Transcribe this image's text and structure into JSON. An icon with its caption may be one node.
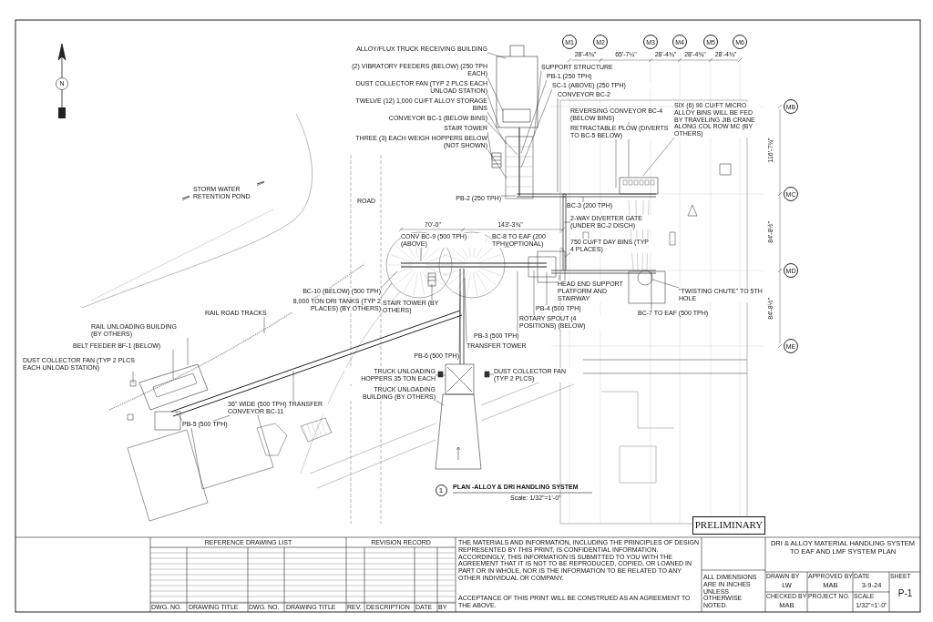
{
  "diagram": {
    "title": "DRI & ALLOY MATERIAL HANDLING SYSTEM TO EAF AND LMF SYSTEM PLAN",
    "nodes": [
      {
        "text": [
          "ALLOY/FLUX TRUCK RECEIVING BUILDING"
        ]
      },
      {
        "text": [
          "(2) VIBRATORY FEEDERS (BELOW) (250 TPH EACH)"
        ]
      },
      {
        "text": [
          "DUST COLLECTOR FAN (TYP 2 PLCS EACH UNLOAD STATION)"
        ]
      },
      {
        "text": [
          "TWELVE (12) 1,000 CU/FT ALLOY STORAGE BINS"
        ]
      },
      {
        "text": [
          "CONVEYOR BC-1 (BELOW BINS)"
        ]
      },
      {
        "text": [
          "STAIR TOWER"
        ]
      },
      {
        "text": [
          "THREE (3) EACH WEIGH HOPPERS BELOW (NOT SHOWN)"
        ]
      },
      {
        "text": [
          "SUPPORT STRUCTURE"
        ]
      },
      {
        "text": [
          "PB-1 (250 TPH)"
        ]
      },
      {
        "text": [
          "SC-1 (ABOVE) (250 TPH)"
        ]
      },
      {
        "text": [
          "CONVEYOR BC-2"
        ]
      },
      {
        "text": [
          "PB-2 (250 TPH)"
        ]
      },
      {
        "text": [
          "2-WAY DIVERTER GATE (UNDER BC-2 DISCH)"
        ]
      },
      {
        "text": [
          "CONV BC-9 (500 TPH) (ABOVE)"
        ]
      },
      {
        "text": [
          "BC-8 TO EAF (200 TPH)(OPTIONAL)"
        ]
      },
      {
        "text": [
          "750 CU/FT DAY BINS (TYP 4 PLACES)"
        ]
      },
      {
        "text": [
          "BC-10 (BELOW) (500 TPH)"
        ]
      },
      {
        "text": [
          "8,000 TON DRI TANKS (TYP 2 PLACES) (BY OTHERS)"
        ]
      },
      {
        "text": [
          "STAIR TOWER (BY OTHERS)"
        ]
      },
      {
        "text": [
          "PB-6 (500 TPH)"
        ]
      },
      {
        "text": [
          "TRANSFER TOWER"
        ]
      },
      {
        "text": [
          "PB-3 (500 TPH)"
        ]
      },
      {
        "text": [
          "ROTARY SPOUT (4 POSITIONS) (BELOW)"
        ]
      },
      {
        "text": [
          "PB-4 (500 TPH)"
        ]
      },
      {
        "text": [
          "HEAD END SUPPORT PLATFORM AND STAIRWAY"
        ]
      },
      {
        "text": [
          "BC-7 TO EAF (500 TPH)"
        ]
      },
      {
        "text": [
          "DUST COLLECTOR FAN (TYP 2 PLCS)"
        ]
      },
      {
        "text": [
          "TRUCK UNLOADING HOPPERS 35 TON EACH"
        ]
      },
      {
        "text": [
          "TRUCK UNLOADING BUILDING (BY OTHERS)"
        ]
      },
      {
        "text": [
          "RAIL UNLOADING BUILDING (BY OTHERS)"
        ]
      },
      {
        "text": [
          "BELT FEEDER BF-1 (BELOW)"
        ]
      },
      {
        "text": [
          "DUST COLLECTOR FAN (TYP 2 PLCS EACH UNLOAD STATION)"
        ]
      },
      {
        "text": [
          "RAIL ROAD TRACKS"
        ]
      },
      {
        "text": [
          "36\" WIDE (500 TPH) TRANSFER CONVEYOR BC-11"
        ]
      },
      {
        "text": [
          "PB-5 (500 TPH)"
        ]
      },
      {
        "text": [
          "SIX (6) 90 CU/FT MICRO ALLOY BINS WILL BE FED BY TRAVELING JIB CRANE ALONG COL ROW MC (BY OTHERS)"
        ]
      },
      {
        "text": [
          "REVERSING CONVEYOR BC-4 (BELOW BINS)"
        ]
      },
      {
        "text": [
          "RETRACTABLE PLOW (DIVERTS TO BC-5 BELOW)"
        ]
      },
      {
        "text": [
          "BC-3 (200 TPH)"
        ]
      },
      {
        "text": [
          "\"TWISTING CHUTE\" TO 5TH HOLE"
        ]
      },
      {
        "text": [
          "M1"
        ]
      },
      {
        "text": [
          "M2"
        ]
      },
      {
        "text": [
          "M3"
        ]
      },
      {
        "text": [
          "M4"
        ]
      },
      {
        "text": [
          "M5"
        ]
      },
      {
        "text": [
          "M6"
        ]
      },
      {
        "text": [
          "MB"
        ]
      },
      {
        "text": [
          "MC"
        ]
      },
      {
        "text": [
          "MD"
        ]
      },
      {
        "text": [
          "ME"
        ]
      },
      {
        "text": [
          "1"
        ]
      },
      {
        "text": [
          "PRELIMINARY"
        ]
      }
    ],
    "edges": [
      {
        "from": 0,
        "to": null,
        "arrow": "none"
      },
      {
        "from": 1,
        "to": null,
        "arrow": "none"
      },
      {
        "from": 2,
        "to": null,
        "arrow": "none"
      },
      {
        "from": 3,
        "to": null,
        "arrow": "none"
      },
      {
        "from": 4,
        "to": null,
        "arrow": "none"
      },
      {
        "from": 5,
        "to": null,
        "arrow": "none"
      },
      {
        "from": 6,
        "to": null,
        "arrow": "none"
      },
      {
        "from": 7,
        "to": null,
        "arrow": "none"
      },
      {
        "from": 8,
        "to": null,
        "arrow": "none"
      },
      {
        "from": 9,
        "to": null,
        "arrow": "none"
      },
      {
        "from": 10,
        "to": null,
        "arrow": "none"
      },
      {
        "from": 11,
        "to": null,
        "arrow": "none"
      },
      {
        "from": 12,
        "to": null,
        "arrow": "none"
      },
      {
        "from": 13,
        "to": null,
        "arrow": "none"
      },
      {
        "from": 14,
        "to": null,
        "arrow": "none"
      },
      {
        "from": 15,
        "to": null,
        "arrow": "none"
      },
      {
        "from": 16,
        "to": null,
        "arrow": "none"
      },
      {
        "from": 17,
        "to": null,
        "arrow": "none"
      },
      {
        "from": 18,
        "to": null,
        "arrow": "none"
      },
      {
        "from": 19,
        "to": null,
        "arrow": "none"
      },
      {
        "from": 20,
        "to": null,
        "arrow": "none"
      },
      {
        "from": 21,
        "to": null,
        "arrow": "none"
      },
      {
        "from": 22,
        "to": null,
        "arrow": "none"
      },
      {
        "from": 23,
        "to": null,
        "arrow": "none"
      },
      {
        "from": 24,
        "to": null,
        "arrow": "none"
      },
      {
        "from": 25,
        "to": null,
        "arrow": "none"
      },
      {
        "from": 26,
        "to": null,
        "arrow": "none"
      },
      {
        "from": 27,
        "to": null,
        "arrow": "none"
      },
      {
        "from": 28,
        "to": null,
        "arrow": "none"
      },
      {
        "from": 29,
        "to": null,
        "arrow": "none"
      },
      {
        "from": 30,
        "to": null,
        "arrow": "none"
      },
      {
        "from": 31,
        "to": null,
        "arrow": "none"
      },
      {
        "from": 32,
        "to": null,
        "arrow": "none"
      },
      {
        "from": 33,
        "to": null,
        "arrow": "none"
      },
      {
        "from": 34,
        "to": null,
        "arrow": "none"
      },
      {
        "from": 35,
        "to": null,
        "arrow": "none"
      },
      {
        "from": 36,
        "to": null,
        "arrow": "none"
      },
      {
        "from": 37,
        "to": null,
        "arrow": "none"
      },
      {
        "from": 38,
        "to": null,
        "arrow": "none"
      },
      {
        "from": 39,
        "to": null,
        "arrow": "none"
      }
    ],
    "labels": [
      "N",
      "STORM WATER RETENTION POND",
      "ROAD",
      "28'-4¾\"",
      "65'-7¼\"",
      "28'-4¾\"",
      "28'-4¾\"",
      "28'-4¾\"",
      "116'-7¾\"",
      "84'-8½\"",
      "84'-8½\"",
      "70'-0\"",
      "143'-3¾\"",
      "PLAN -ALLOY & DRI HANDLING SYSTEM",
      "Scale: 1/32\"=1'-0\"",
      "REFERENCE DRAWING LIST",
      "DWG. NO.",
      "DRAWING TITLE",
      "DWG. NO.",
      "DRAWING TITLE",
      "REVISION RECORD",
      "REV.",
      "DESCRIPTION",
      "DATE",
      "BY",
      "THE MATERIALS AND INFORMATION, INCLUDING THE PRINCIPLES OF DESIGN REPRESENTED BY THIS PRINT, IS CONFIDENTIAL INFORMATION. ACCORDINGLY, THIS INFORMATION IS SUBMITTED TO YOU WITH THE AGREEMENT THAT IT IS NOT TO BE REPRODUCED, COPIED, OR LOANED IN PART OR IN WHOLE, NOR IS THE INFORMATION TO BE RELATED TO ANY OTHER INDIVIDUAL OR COMPANY.",
      "ACCEPTANCE OF THIS PRINT WILL BE CONSTRUED AS AN AGREEMENT TO THE ABOVE.",
      "ALL DIMENSIONS ARE IN INCHES UNLESS OTHERWISE NOTED.",
      "DRAWN BY",
      "LW",
      "APPROVED BY",
      "MAB",
      "DATE",
      "3-9-24",
      "SHEET",
      "P-1",
      "CHECKED BY",
      "MAB",
      "PROJECT NO.",
      "SCALE",
      "1/32\"=1'-0\""
    ]
  }
}
